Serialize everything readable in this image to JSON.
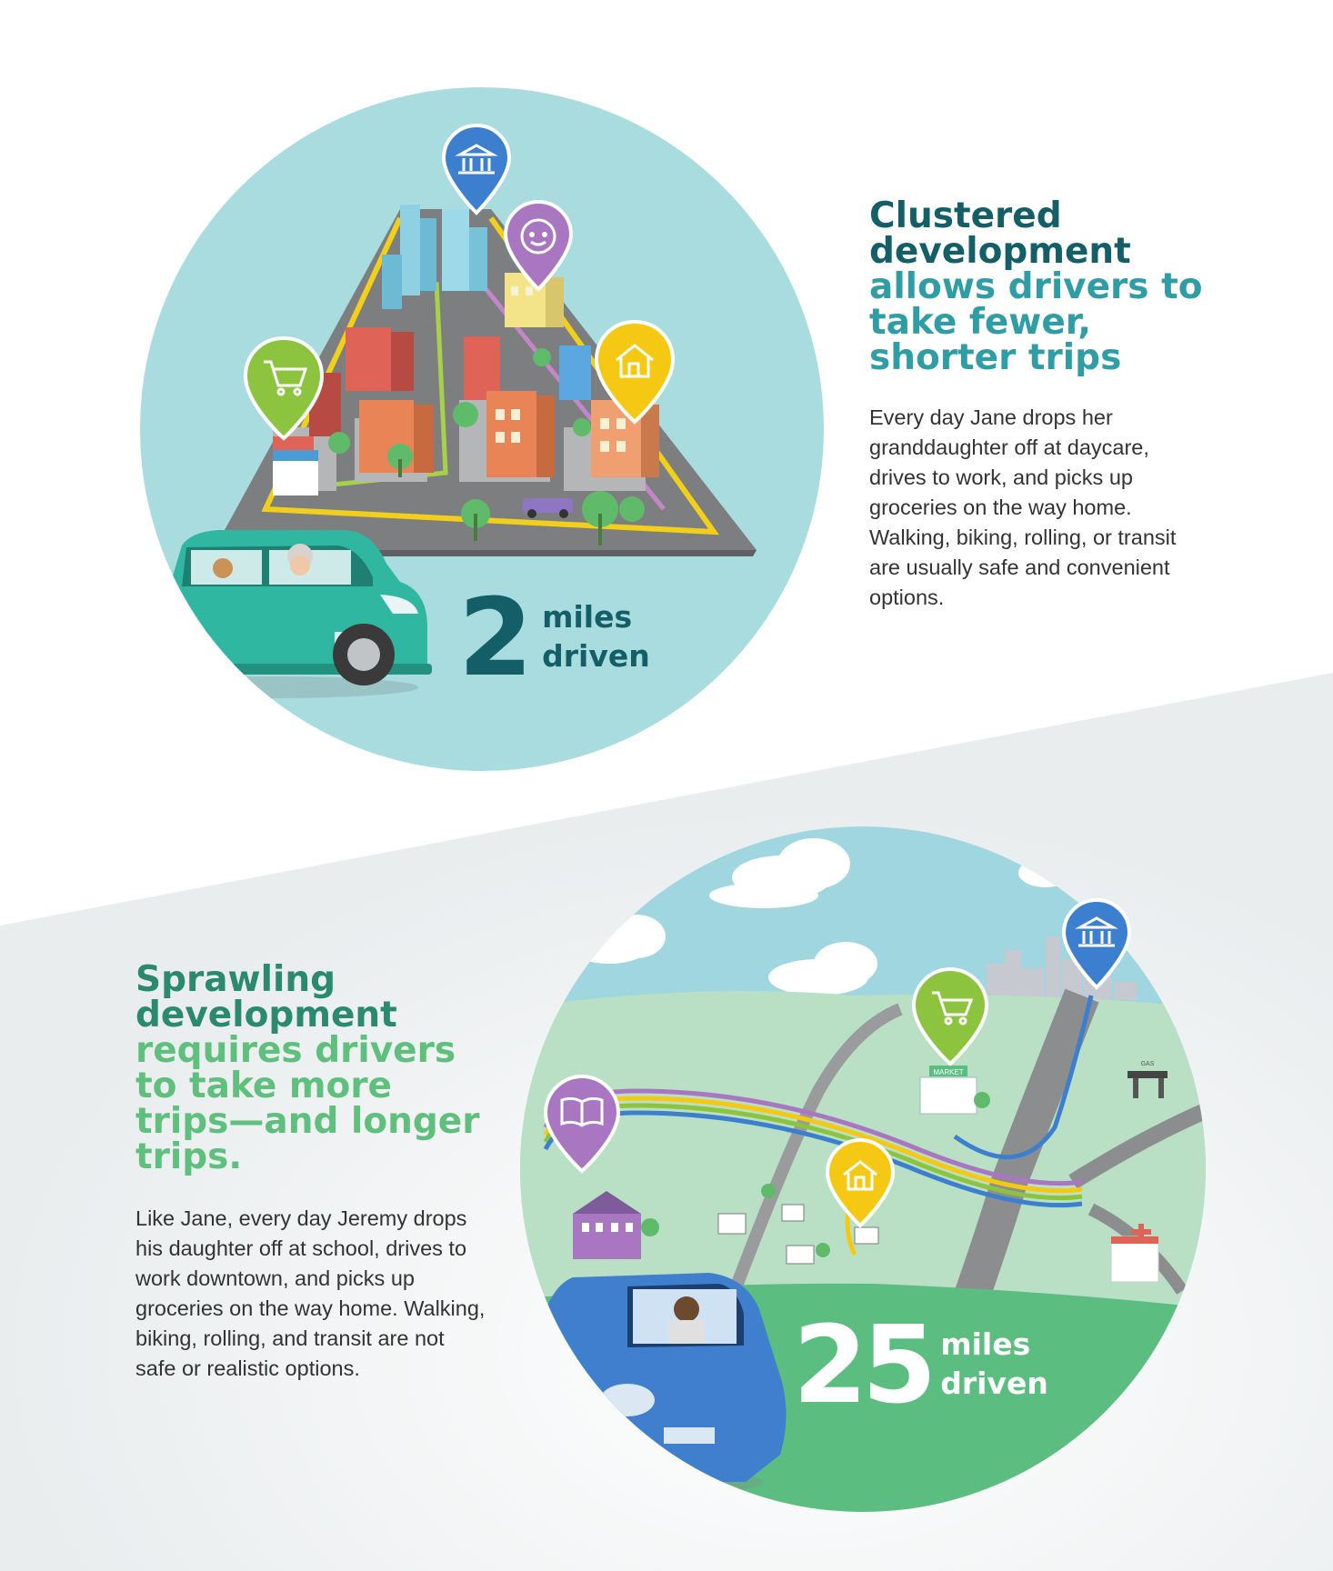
{
  "clustered": {
    "heading_dark_1": "Clustered",
    "heading_dark_2": "development",
    "heading_light_1": "allows drivers to",
    "heading_light_2": "take fewer,",
    "heading_light_3": "shorter trips",
    "body": "Every day Jane drops her granddaughter off at daycare, drives to work, and picks up groceries on the way home. Walking, biking, rolling, or transit are usually safe and convenient options.",
    "miles_value": "2",
    "miles_label_1": "miles",
    "miles_label_2": "driven",
    "icons": [
      "bank-icon",
      "baby-icon",
      "shopping-cart-icon",
      "home-icon"
    ]
  },
  "sprawling": {
    "heading_dark_1": "Sprawling",
    "heading_dark_2": "development",
    "heading_light_1": "requires drivers",
    "heading_light_2": "to take more",
    "heading_light_3": "trips—and longer",
    "heading_light_4": "trips.",
    "body": "Like Jane, every day Jeremy drops his daughter off at school, drives to work downtown, and picks up groceries on the way home. Walking, biking, rolling, and transit are not safe or realistic options.",
    "miles_value": "25",
    "miles_label_1": "miles",
    "miles_label_2": "driven",
    "market_sign": "MARKET",
    "gas_sign": "GAS",
    "icons": [
      "bank-icon",
      "shopping-cart-icon",
      "book-icon",
      "home-icon",
      "hospital-icon"
    ]
  },
  "colors": {
    "teal_dark": "#145f67",
    "teal_light": "#2f9da6",
    "green_dark": "#2b8a6d",
    "green_light": "#5fc07d",
    "circle_top": "#a9dcdf",
    "circle_bottom_grass": "#5bbd7f",
    "pin_blue": "#3d7fcf",
    "pin_purple": "#a977c2",
    "pin_green": "#8cc43f",
    "pin_yellow": "#f5c814"
  }
}
